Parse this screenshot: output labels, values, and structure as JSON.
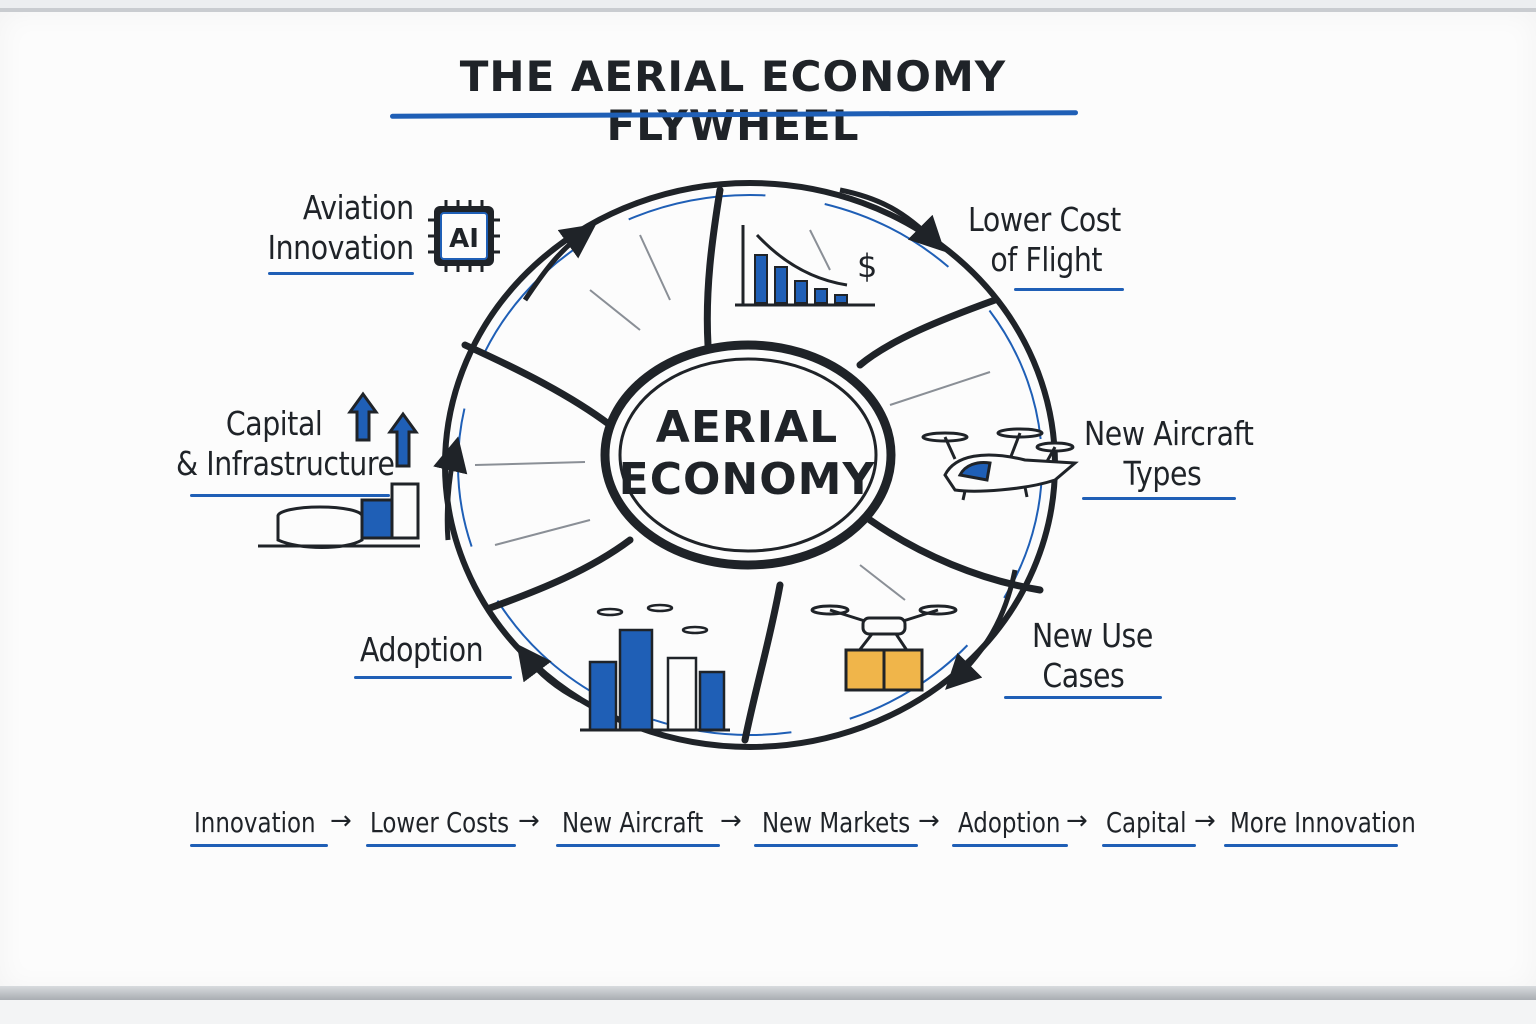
{
  "title": "THE AERIAL ECONOMY FLYWHEEL",
  "center": {
    "line1": "AERIAL",
    "line2": "ECONOMY"
  },
  "stages": {
    "innovation": {
      "line1": "Aviation",
      "line2": "Innovation",
      "icon": "ai-chip-icon",
      "icon_text": "AI"
    },
    "cost": {
      "line1": "Lower Cost",
      "line2": "of Flight",
      "icon": "declining-cost-chart-icon",
      "icon_text": "$"
    },
    "aircraft": {
      "line1": "New Aircraft",
      "line2": "Types",
      "icon": "evtol-aircraft-icon"
    },
    "use_cases": {
      "line1": "New Use",
      "line2": "Cases",
      "icon": "delivery-drone-icon"
    },
    "adoption": {
      "line1": "Adoption",
      "icon": "city-drones-icon"
    },
    "capital": {
      "line1": "Capital",
      "line2": "& Infrastructure",
      "icon": "vertiport-growth-icon"
    }
  },
  "chain": [
    "Innovation",
    "Lower Costs",
    "New Aircraft",
    "New Markets",
    "Adoption",
    "Capital",
    "More Innovation"
  ],
  "chain_arrow": "→",
  "colors": {
    "ink": "#1f2328",
    "accent": "#1f5fb6",
    "box": "#f0b54a",
    "board": "#fcfcfc"
  }
}
